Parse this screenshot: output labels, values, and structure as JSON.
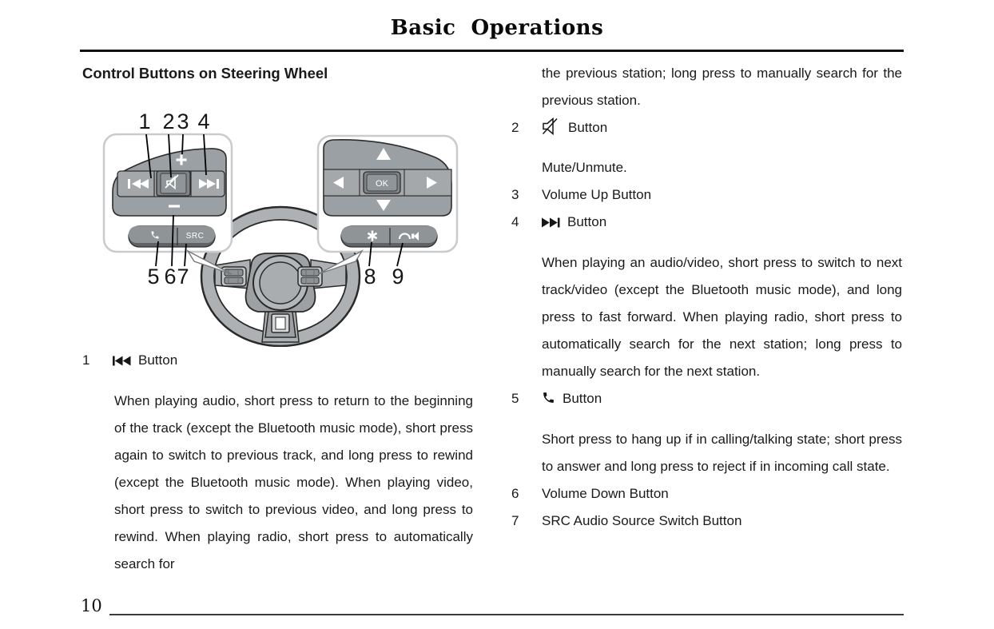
{
  "page": {
    "title": "Basic  Operations",
    "page_number": "10"
  },
  "colors": {
    "text": "#1a1a1a",
    "panel_outline": "#c9cbcd",
    "cluster_gray": "#9aa0a3",
    "recessed_gray": "#7e8487",
    "wheel_gray": "#aeb1b3",
    "glyph_white": "#ffffff"
  },
  "heading": "Control Buttons on Steering Wheel",
  "diagram": {
    "callouts": [
      "1",
      "2",
      "3",
      "4",
      "5",
      "6",
      "7",
      "8",
      "9"
    ],
    "button_labels": {
      "src": "SRC",
      "ok": "OK"
    },
    "icons": {
      "previous_track": "bar-double-left-triangle",
      "mute": "speaker-with-slash",
      "next_track": "double-right-triangle-bar",
      "volume_up": "+",
      "volume_down": "-",
      "phone": "handset",
      "star": "*",
      "voice": "arc-with-speaker",
      "nav_up": "triangle-up",
      "nav_down": "triangle-down",
      "nav_left": "triangle-left",
      "nav_right": "triangle-right"
    }
  },
  "items": {
    "item1": {
      "num": "1",
      "label": "Button",
      "desc": "When playing audio, short press to return to the beginning of the track (except the Bluetooth music mode), short press again to switch to previous track, and long press to rewind (except the Bluetooth music mode).  When playing video, short press to switch to previous video, and long press to rewind.  When playing radio, short press to automatically search for"
    },
    "item1_cont": "the previous station; long press to manually search for the previous station.",
    "item2": {
      "num": "2",
      "label": "Button",
      "desc": "Mute/Unmute."
    },
    "item3": {
      "num": "3",
      "label": "Volume Up Button"
    },
    "item4": {
      "num": "4",
      "label": "Button",
      "desc": "When playing an audio/video, short press to switch to next track/video (except the Bluetooth music mode), and long press to fast forward.  When playing radio, short press to automatically search for the next station; long press to manually search for the next station."
    },
    "item5": {
      "num": "5",
      "label": "Button",
      "desc": "Short press to hang up if in calling/talking state; short press to answer and long press to reject if in incoming call state."
    },
    "item6": {
      "num": "6",
      "label": "Volume Down Button"
    },
    "item7": {
      "num": "7",
      "label": "SRC Audio Source Switch Button"
    }
  }
}
